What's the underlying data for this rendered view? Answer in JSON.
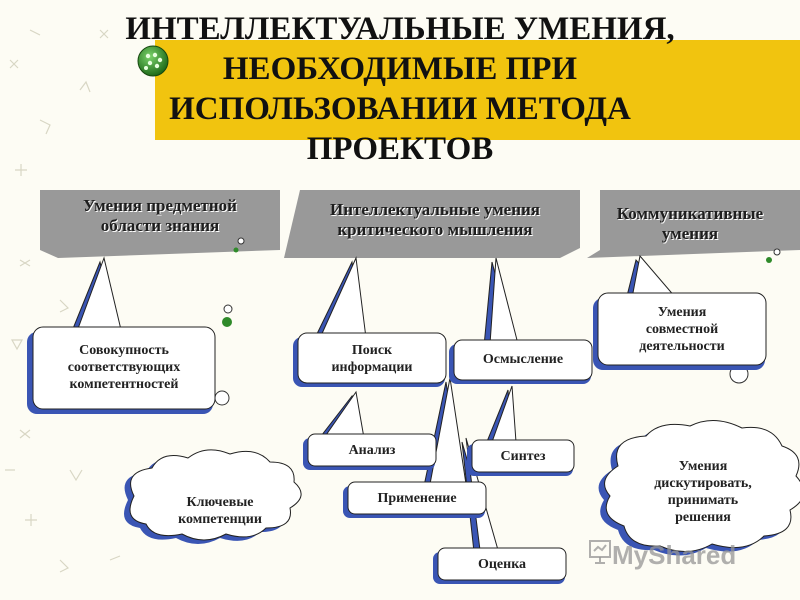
{
  "title": {
    "line1": "ИНТЕЛЛЕКТУАЛЬНЫЕ УМЕНИЯ,",
    "line2": "НЕОБХОДИМЫЕ ПРИ",
    "line3": "ИСПОЛЬЗОВАНИИ МЕТОДА",
    "line4": "ПРОЕКТОВ"
  },
  "headers": {
    "subject": {
      "line1": "Умения предметной",
      "line2": "области знания"
    },
    "critical": {
      "line1": "Интеллектуальные умения",
      "line2": "критического мышления"
    },
    "communicative": {
      "line1": "Коммуникативные",
      "line2": "умения"
    }
  },
  "callouts": {
    "competencies": {
      "line1": "Совокупность",
      "line2": "соответствующих",
      "line3": "компетентностей"
    },
    "search": {
      "line1": "Поиск",
      "line2": "информации"
    },
    "comprehension": "Осмысление",
    "joint": {
      "line1": "Умения",
      "line2": "совместной",
      "line3": "деятельности"
    },
    "analysis": "Анализ",
    "synthesis": "Синтез",
    "application": "Применение",
    "evaluation": "Оценка"
  },
  "clouds": {
    "key": {
      "line1": "Ключевые",
      "line2": "компетенции"
    },
    "discuss": {
      "line1": "Умения",
      "line2": "дискутировать,",
      "line3": "принимать",
      "line4": "решения"
    }
  },
  "watermark": "MyShared",
  "colors": {
    "banner": "#f1c40f",
    "header": "#999999",
    "box": "#ffffff",
    "box_shadow": "#3a55b4",
    "accent_green": "#2f8a2a",
    "dark": "#1a1a1a"
  },
  "icons": {
    "logo": "green-globe-icon",
    "watermark": "presentation-icon"
  }
}
